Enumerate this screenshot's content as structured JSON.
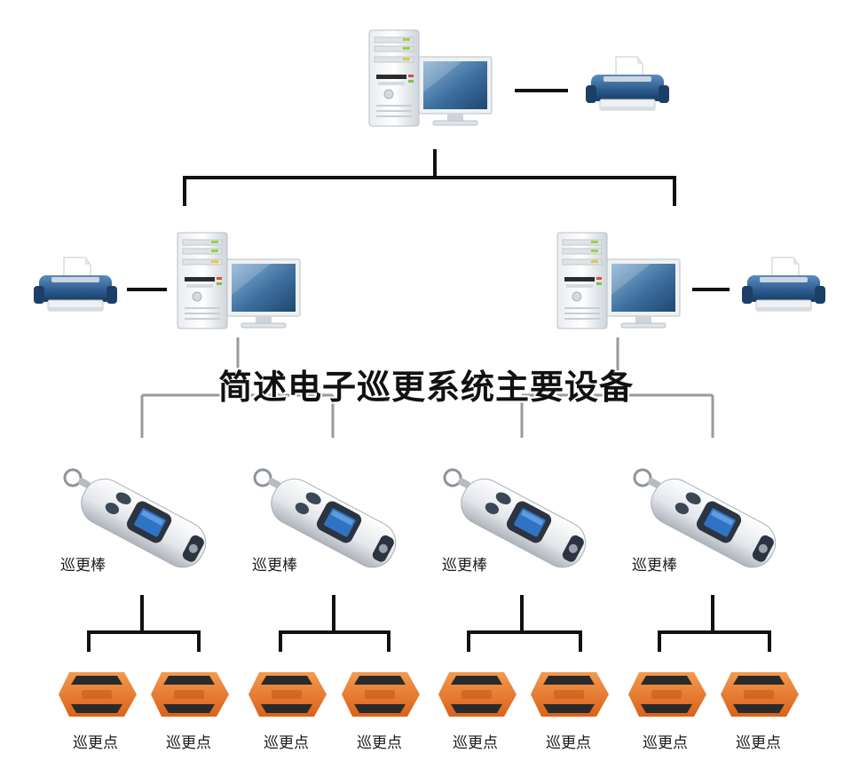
{
  "title": "简述电子巡更系统主要设备",
  "patrol_stick_label": "巡更棒",
  "checkpoint_label": "巡更点",
  "patrol_sticks": [
    {
      "label": "巡更棒"
    },
    {
      "label": "巡更棒"
    },
    {
      "label": "巡更棒"
    },
    {
      "label": "巡更棒"
    }
  ],
  "checkpoints": [
    {
      "label": "巡更点"
    },
    {
      "label": "巡更点"
    },
    {
      "label": "巡更点"
    },
    {
      "label": "巡更点"
    },
    {
      "label": "巡更点"
    },
    {
      "label": "巡更点"
    },
    {
      "label": "巡更点"
    },
    {
      "label": "巡更点"
    }
  ],
  "colors": {
    "line": "#111111",
    "line_gray": "#9a9a9a",
    "checkpoint_orange": "#e8782a",
    "monitor_blue": "#2f5f8f",
    "printer_blue": "#2b5a8c"
  },
  "icons": [
    "computer-icon",
    "printer-icon",
    "patrol-stick-icon",
    "checkpoint-icon"
  ]
}
